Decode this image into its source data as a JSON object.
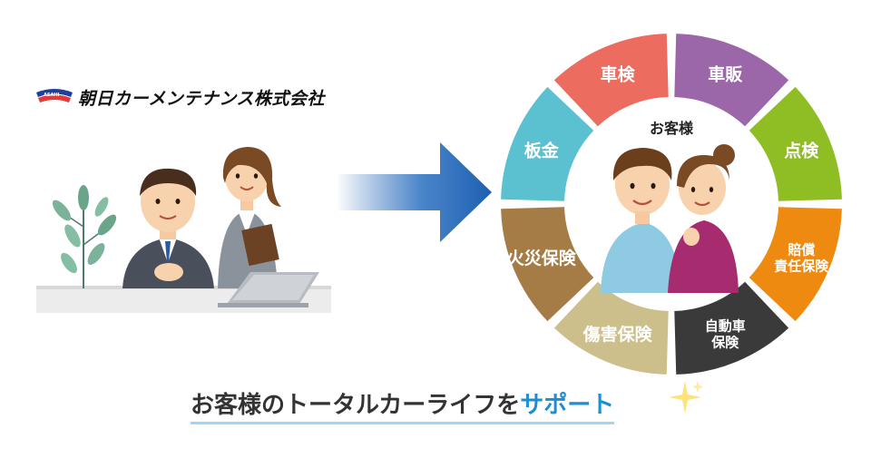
{
  "company": {
    "name": "朝日カーメンテナンス株式会社",
    "mark_text": "ASAHI"
  },
  "wheel": {
    "center_label": "お客様",
    "segments": [
      {
        "id": "sales",
        "label": "車販",
        "color": "#9b67a8"
      },
      {
        "id": "inspection",
        "label": "点検",
        "color": "#8fbd24"
      },
      {
        "id": "liability",
        "label": "賠償\n責任保険",
        "color": "#ef8a10"
      },
      {
        "id": "auto",
        "label": "自動車\n保険",
        "color": "#3a3a3a"
      },
      {
        "id": "injury",
        "label": "傷害保険",
        "color": "#cdbf8c"
      },
      {
        "id": "fire",
        "label": "火災保険",
        "color": "#a57c45"
      },
      {
        "id": "sheetmetal",
        "label": "板金",
        "color": "#5bc0cf"
      },
      {
        "id": "shaken",
        "label": "車検",
        "color": "#ec6c5f"
      }
    ]
  },
  "tagline": {
    "main": "お客様のトータルカーライフを",
    "accent": "サポート"
  },
  "colors": {
    "arrow_dark": "#1d5fb0",
    "underline": "#9fd5f5",
    "accent": "#1c8fd4"
  }
}
